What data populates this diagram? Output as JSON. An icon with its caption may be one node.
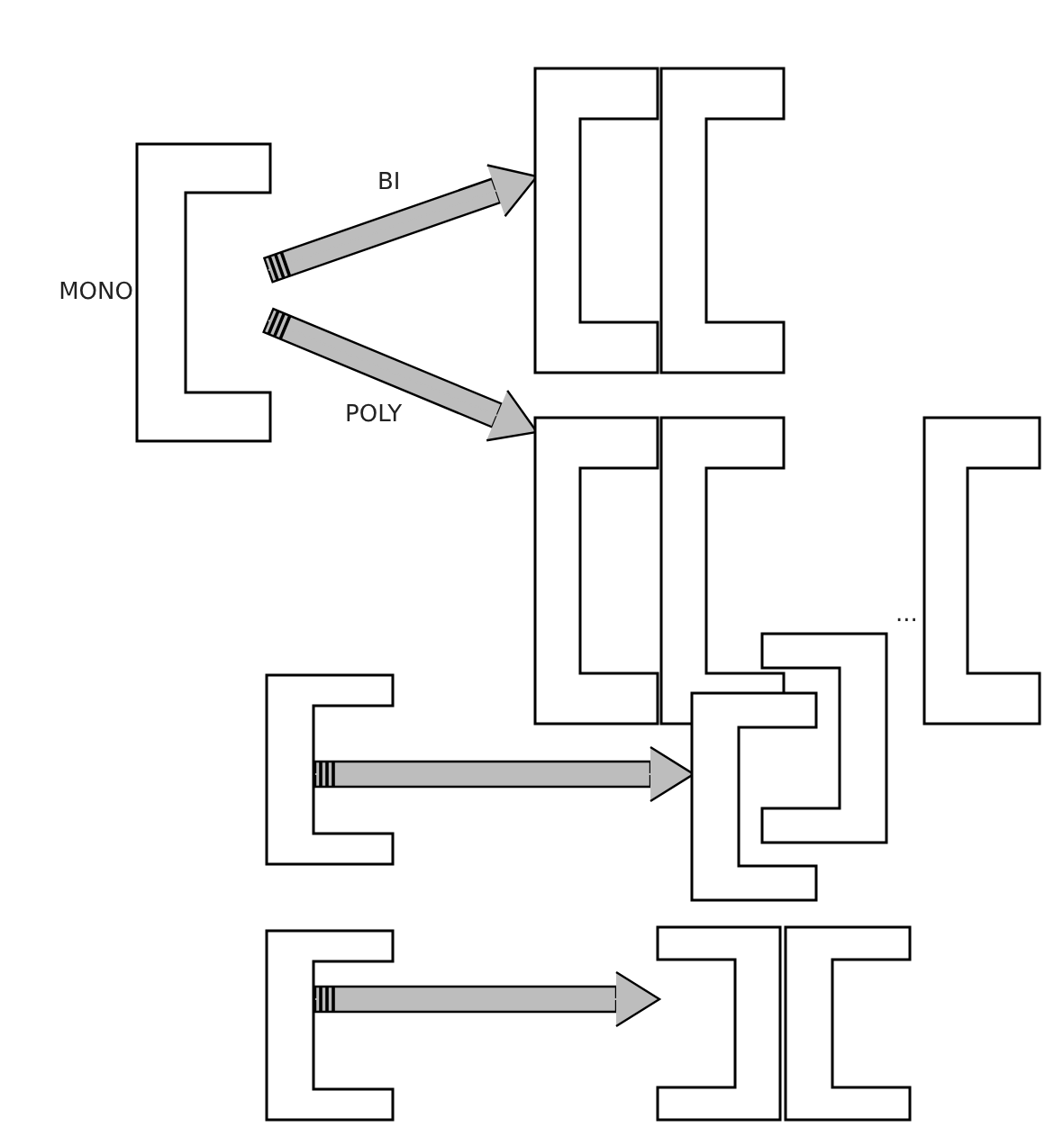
{
  "diagram": {
    "nodes": [
      {
        "text": [],
        "shape": "bracket"
      },
      {
        "text": [],
        "shape": "bracket"
      },
      {
        "text": [],
        "shape": "bracket",
        "beside": [
          "MONO"
        ]
      },
      {
        "text": [],
        "shape": "bracket"
      },
      {
        "text": [],
        "shape": "bracket"
      },
      {
        "text": [],
        "shape": "bracket"
      },
      {
        "text": [],
        "shape": "bracket"
      },
      {
        "text": [],
        "shape": "bracket"
      },
      {
        "text": [],
        "shape": "bracket"
      },
      {
        "text": [],
        "shape": "bracket"
      },
      {
        "text": [],
        "shape": "bracket"
      },
      {
        "text": [],
        "shape": "bracket"
      }
    ],
    "edges": [
      {
        "from": 2,
        "to": 0,
        "arrow": "to",
        "label": "BI"
      },
      {
        "from": 2,
        "to": 3,
        "arrow": "to",
        "label": "POLY"
      },
      {
        "from": 6,
        "to": 8,
        "arrow": "to"
      },
      {
        "from": 9,
        "to": 10,
        "arrow": "to"
      }
    ],
    "labels": [
      "..."
    ]
  }
}
